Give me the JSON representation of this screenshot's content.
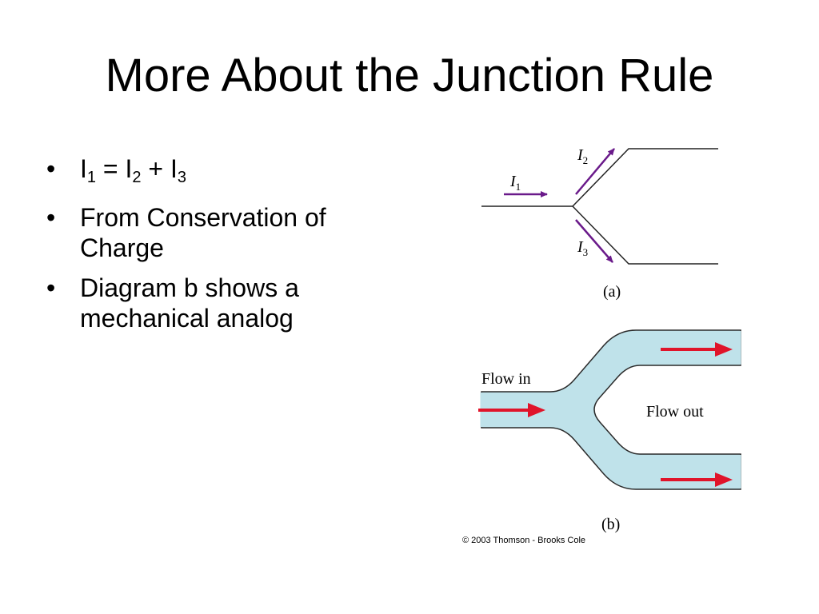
{
  "title": "More About the Junction Rule",
  "bullets": {
    "item1": {
      "i1": "I",
      "s1": "1",
      "eq": "=",
      "i2": "I",
      "s2": "2",
      "plus": "+",
      "i3": "I",
      "s3": "3"
    },
    "item2": "From Conservation of Charge",
    "item3": "Diagram b shows a mechanical analog"
  },
  "diagram_a": {
    "label_i1": "I",
    "sub_i1": "1",
    "label_i2": "I",
    "sub_i2": "2",
    "label_i3": "I",
    "sub_i3": "3",
    "caption": "(a)",
    "arrow_color": "#6a1a8a"
  },
  "diagram_b": {
    "flow_in": "Flow in",
    "flow_out": "Flow out",
    "caption": "(b)",
    "pipe_color": "#bfe2ea",
    "arrow_color": "#e0142a"
  },
  "copyright": "© 2003 Thomson - Brooks Cole"
}
